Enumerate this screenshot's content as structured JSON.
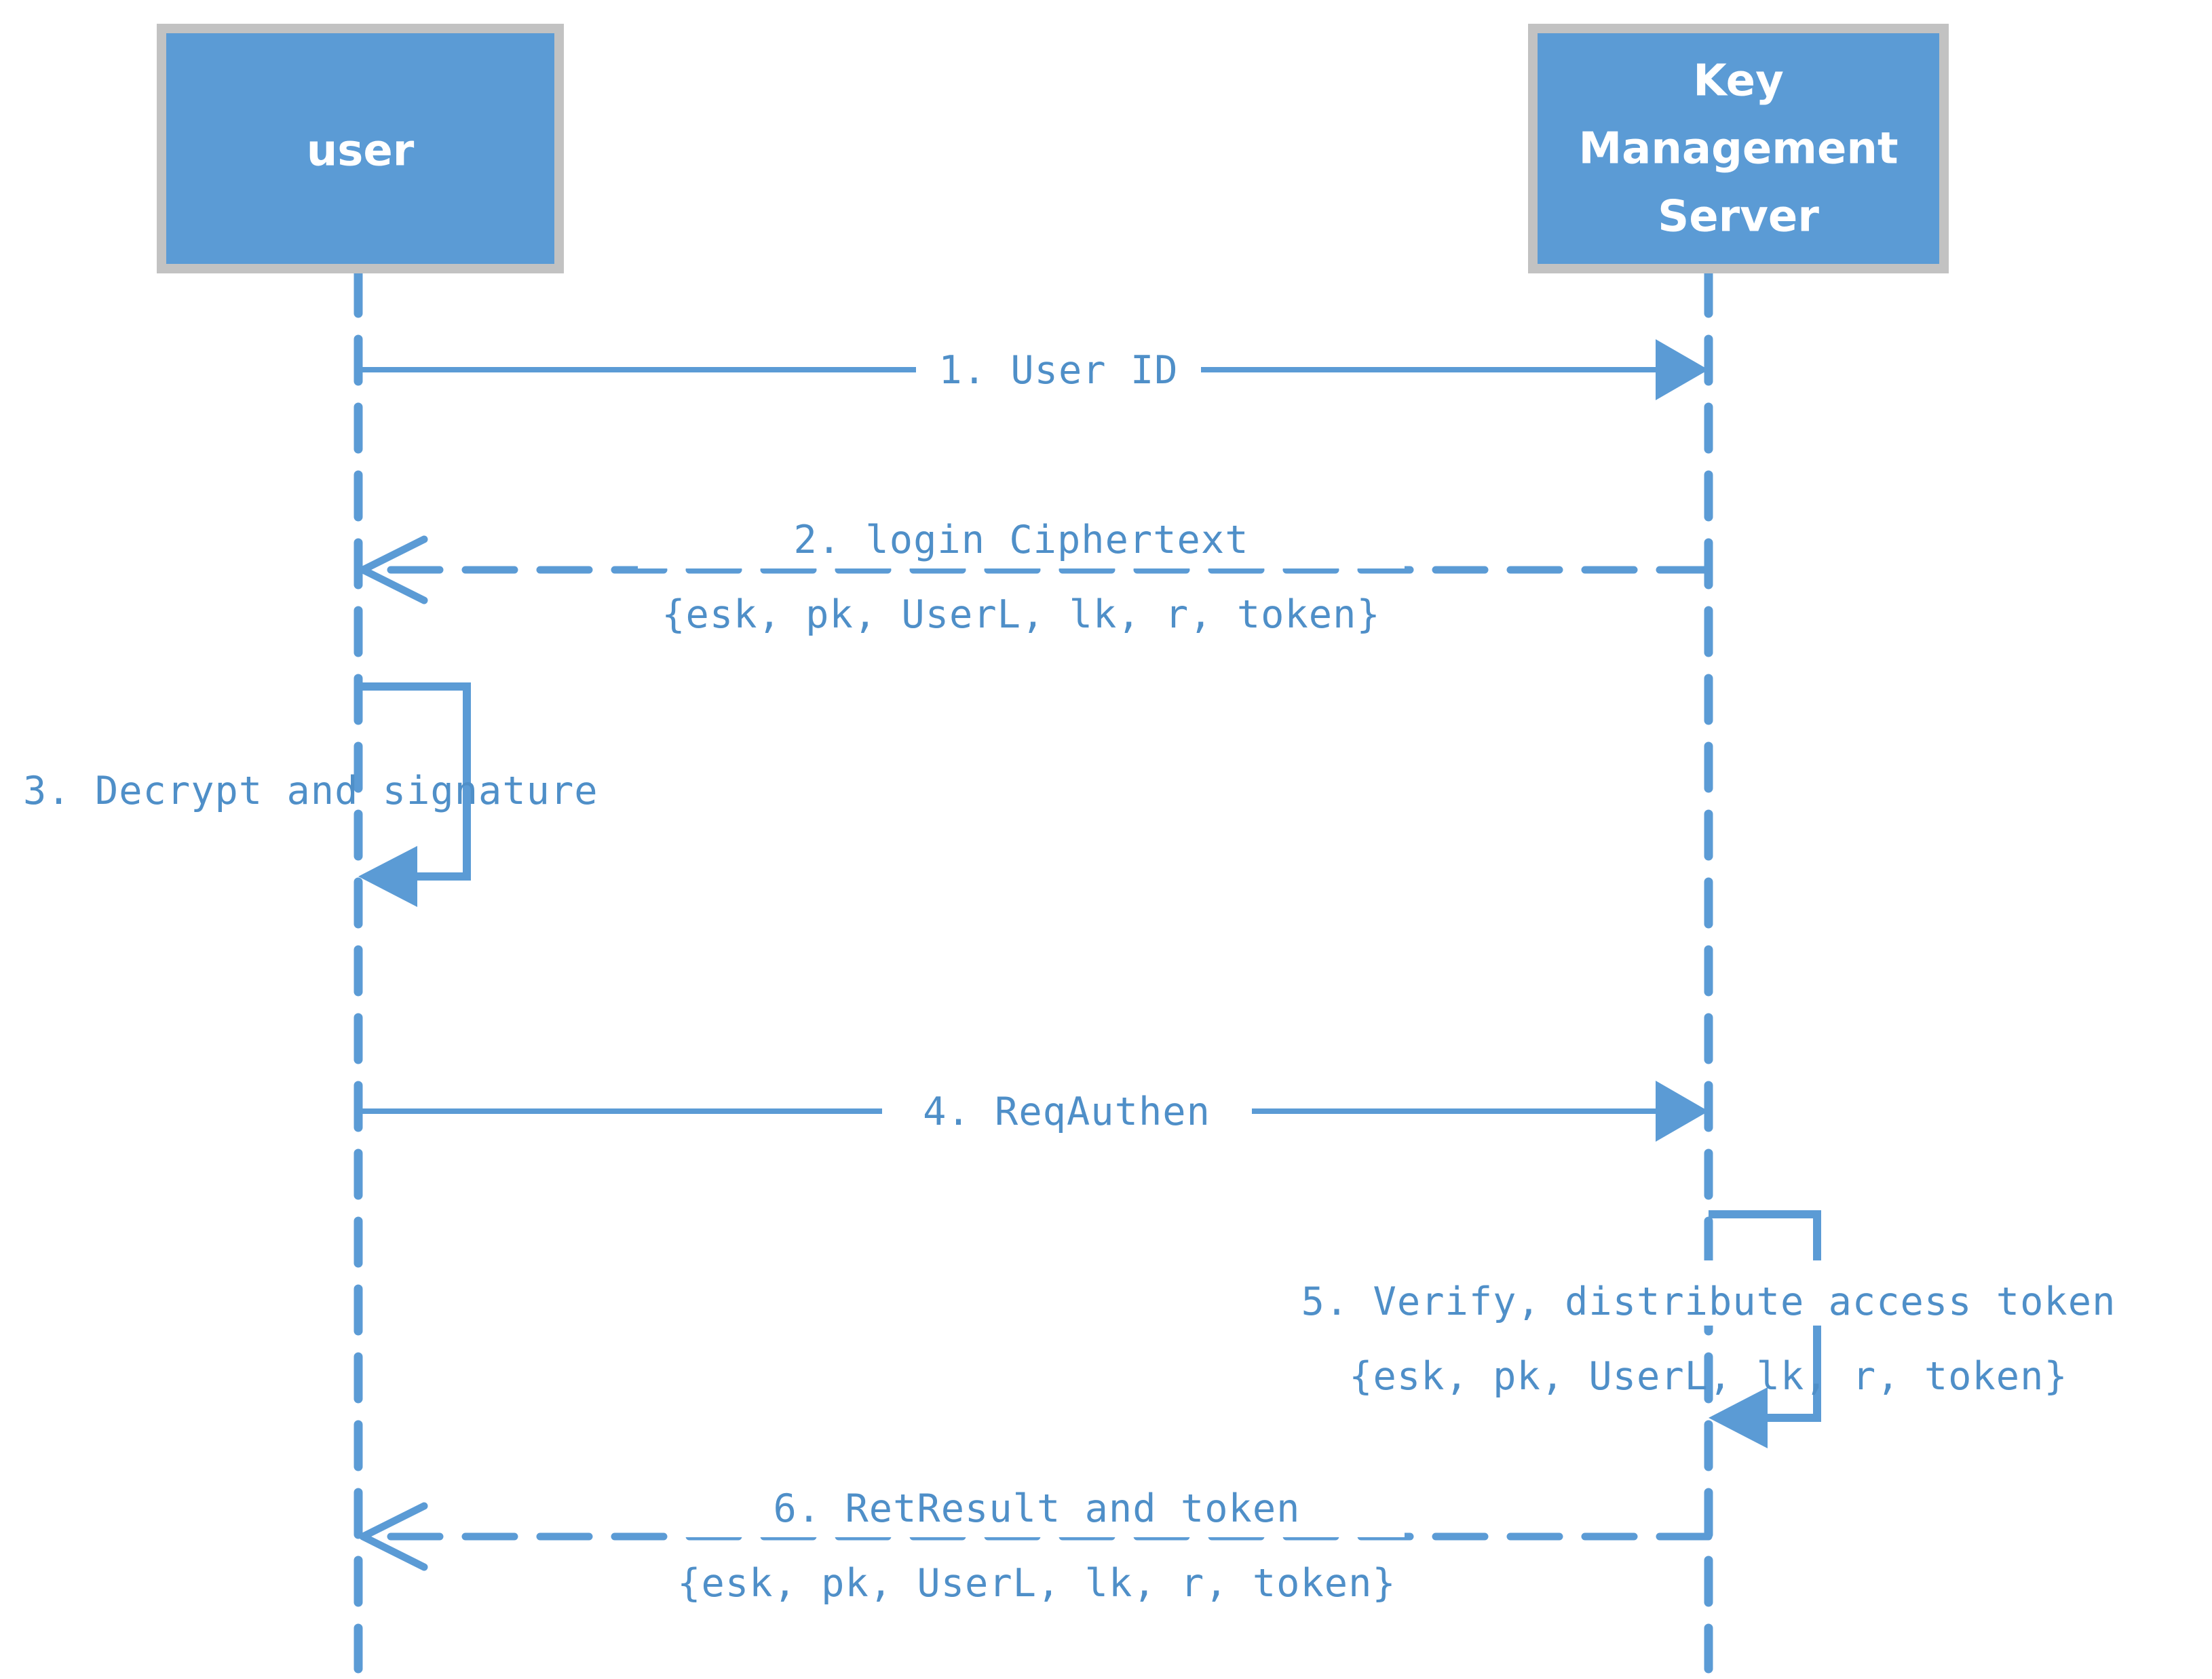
{
  "diagram": {
    "type": "uml-sequence-diagram",
    "background_color": "#ffffff",
    "accent_color": "#5b9bd5",
    "text_color": "#4f8fc8",
    "box_border_color": "#c2c2c2",
    "box_text_color": "#ffffff"
  },
  "actors": [
    {
      "id": "user",
      "name": "user",
      "lines": [
        "user"
      ]
    },
    {
      "id": "kms",
      "name": "Key Management Server",
      "lines": [
        "Key",
        "Management",
        "Server"
      ]
    }
  ],
  "messages": [
    {
      "number": "1",
      "label": "1. User ID",
      "from": "user",
      "to": "kms",
      "style": "solid",
      "arrow": "filled",
      "detail": ""
    },
    {
      "number": "2",
      "label": "2. login Ciphertext",
      "from": "kms",
      "to": "user",
      "style": "dashed",
      "arrow": "open",
      "detail": "{esk, pk, UserL, lk, r, token}"
    },
    {
      "number": "3",
      "label": "3. Decrypt and signature",
      "from": "user",
      "to": "user",
      "style": "self",
      "arrow": "filled",
      "detail": ""
    },
    {
      "number": "4",
      "label": "4. ReqAuthen",
      "from": "user",
      "to": "kms",
      "style": "solid",
      "arrow": "filled",
      "detail": ""
    },
    {
      "number": "5",
      "label": "5. Verify, distribute access token",
      "from": "kms",
      "to": "kms",
      "style": "self",
      "arrow": "filled",
      "detail": "{esk, pk, UserL, lk, r, token}"
    },
    {
      "number": "6",
      "label": "6. RetResult and token",
      "from": "kms",
      "to": "user",
      "style": "dashed",
      "arrow": "open",
      "detail": "{esk, pk, UserL, lk, r, token}"
    }
  ]
}
